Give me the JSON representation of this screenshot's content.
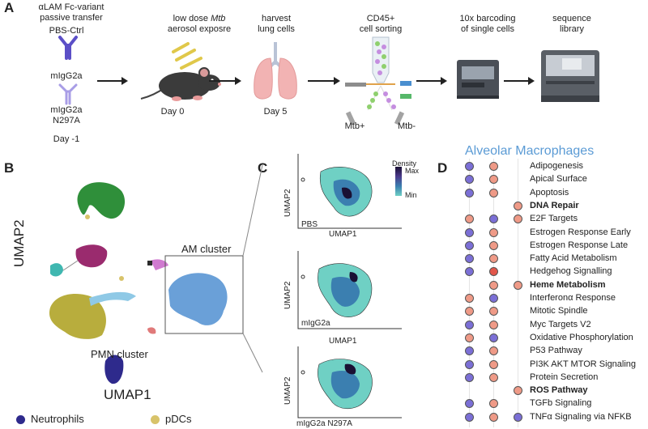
{
  "panels": {
    "a": "A",
    "b": "B",
    "c": "C",
    "d": "D"
  },
  "colors": {
    "purple": "#7b6fd6",
    "salmon": "#ef9a87",
    "red": "#e2564a",
    "am_blue": "#6aa0d8",
    "neutrophil": "#2e2a8c",
    "pdc": "#d8c36a",
    "title_blue": "#5b9bd5"
  },
  "panel_a": {
    "transfer_line1": "αLAM Fc-variant",
    "transfer_line2": "passive transfer",
    "pbs_ctrl": "PBS-Ctrl",
    "migg2a": "mIgG2a",
    "migg2a_n297a_line1": "mIgG2a",
    "migg2a_n297a_line2": "N297A",
    "day_minus1": "Day -1",
    "step1_line1_prefix": "low dose ",
    "step1_line1_italic": "Mtb",
    "step1_line2": "aerosol exposre",
    "day0": "Day 0",
    "step2_line1": "harvest",
    "step2_line2": "lung cells",
    "day5": "Day 5",
    "step3_line1": "CD45+",
    "step3_line2": "cell sorting",
    "mtb_pos": "Mtb+",
    "mtb_neg": "Mtb-",
    "step4_line1": "10x barcoding",
    "step4_line2": "of single cells",
    "step5_line1": "sequence",
    "step5_line2": "library"
  },
  "panel_b": {
    "ylabel": "UMAP2",
    "xlabel": "UMAP1",
    "am_cluster": "AM cluster",
    "pmn_cluster": "PMN cluster",
    "legend": [
      {
        "label": "Neutrophils",
        "color": "#2e2a8c"
      },
      {
        "label": "pDCs",
        "color": "#d8c36a"
      }
    ]
  },
  "panel_c": {
    "density_title": "Density",
    "density_max": "Max",
    "density_min": "Min",
    "plots": [
      {
        "label": "PBS",
        "ylabel": "UMAP2",
        "xlabel": "UMAP1"
      },
      {
        "label": "mIgG2a",
        "ylabel": "UMAP2",
        "xlabel": "UMAP1"
      },
      {
        "label": "mIgG2a N297A",
        "ylabel": "UMAP2",
        "xlabel": ""
      }
    ]
  },
  "panel_d": {
    "title": "Alveolar Macrophages",
    "pathways": [
      {
        "name": "Adipogenesis",
        "bold": false,
        "dots": [
          "purple",
          "salmon",
          null
        ]
      },
      {
        "name": "Apical Surface",
        "bold": false,
        "dots": [
          "purple",
          "salmon",
          null
        ]
      },
      {
        "name": "Apoptosis",
        "bold": false,
        "dots": [
          "purple",
          "salmon",
          null
        ]
      },
      {
        "name": "DNA Repair",
        "bold": true,
        "dots": [
          null,
          null,
          "salmon"
        ]
      },
      {
        "name": "E2F Targets",
        "bold": false,
        "dots": [
          "salmon",
          "purple",
          "salmon"
        ]
      },
      {
        "name": "Estrogen Response Early",
        "bold": false,
        "dots": [
          "purple",
          "salmon",
          null
        ]
      },
      {
        "name": "Estrogen Response Late",
        "bold": false,
        "dots": [
          "purple",
          "salmon",
          null
        ]
      },
      {
        "name": "Fatty Acid Metabolism",
        "bold": false,
        "dots": [
          "purple",
          "salmon",
          null
        ]
      },
      {
        "name": "Hedgehog Signalling",
        "bold": false,
        "dots": [
          "purple",
          "red",
          null
        ]
      },
      {
        "name": "Heme Metabolism",
        "bold": true,
        "dots": [
          null,
          "salmon",
          "salmon"
        ]
      },
      {
        "name": "Interferonα Response",
        "bold": false,
        "dots": [
          "salmon",
          "purple",
          null
        ]
      },
      {
        "name": "Mitotic Spindle",
        "bold": false,
        "dots": [
          "salmon",
          "salmon",
          null
        ]
      },
      {
        "name": "Myc Targets V2",
        "bold": false,
        "dots": [
          "purple",
          "salmon",
          null
        ]
      },
      {
        "name": "Oxidative Phosphorylation",
        "bold": false,
        "dots": [
          "salmon",
          "purple",
          null
        ]
      },
      {
        "name": "P53 Pathway",
        "bold": false,
        "dots": [
          "purple",
          "salmon",
          null
        ]
      },
      {
        "name": "PI3K AKT MTOR Signaling",
        "bold": false,
        "dots": [
          "purple",
          "salmon",
          null
        ]
      },
      {
        "name": "Protein Secretion",
        "bold": false,
        "dots": [
          "purple",
          "salmon",
          null
        ]
      },
      {
        "name": "ROS Pathway",
        "bold": true,
        "dots": [
          null,
          null,
          "salmon"
        ]
      },
      {
        "name": "TGFb Signaling",
        "bold": false,
        "dots": [
          "purple",
          "salmon",
          null
        ]
      },
      {
        "name": "TNFα Signaling via NFKB",
        "bold": false,
        "dots": [
          "purple",
          "salmon",
          "purple"
        ]
      }
    ]
  }
}
